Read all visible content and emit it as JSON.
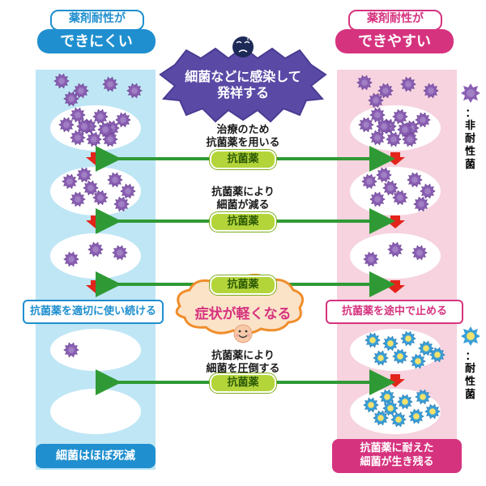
{
  "left_header": {
    "line1": "薬剤耐性が",
    "line2": "できにくい"
  },
  "right_header": {
    "line1": "薬剤耐性が",
    "line2": "できやすい"
  },
  "center_banner": {
    "line1": "細菌などに感染して",
    "line2": "発祥する"
  },
  "steps": [
    {
      "text_line1": "治療のため",
      "text_line2": "抗菌薬を用いる",
      "drug_label": "抗菌薬"
    },
    {
      "text_line1": "抗菌薬により",
      "text_line2": "細菌が減る",
      "drug_label": "抗菌薬"
    },
    {
      "drug_label": "抗菌薬"
    },
    {
      "text_line1": "抗菌薬により",
      "text_line2": "細菌を圧倒する",
      "drug_label": "抗菌薬"
    }
  ],
  "left_status": "抗菌薬を適切に使い続ける",
  "right_status": "抗菌薬を途中で止める",
  "center_cloud": "症状が軽くなる",
  "left_result": "細菌はほぼ死滅",
  "right_result": {
    "line1": "抗菌薬に耐えた",
    "line2": "細菌が生き残る"
  },
  "legend": {
    "non_resistant_prefix": "：",
    "non_resistant": "非耐性菌",
    "resistant_prefix": "：",
    "resistant": "耐性菌"
  },
  "colors": {
    "left_accent": "#1f8fcf",
    "right_accent": "#d6337f",
    "arrow_green": "#2f9a35",
    "down_arrow_red": "#e3241b",
    "banner_purple": "#5a4aa6",
    "bacteria_purple": "#8a5fb3",
    "resistant_blue": "#3aa0d8"
  },
  "icons": [
    "sick-face-icon",
    "smiling-face-icon"
  ]
}
